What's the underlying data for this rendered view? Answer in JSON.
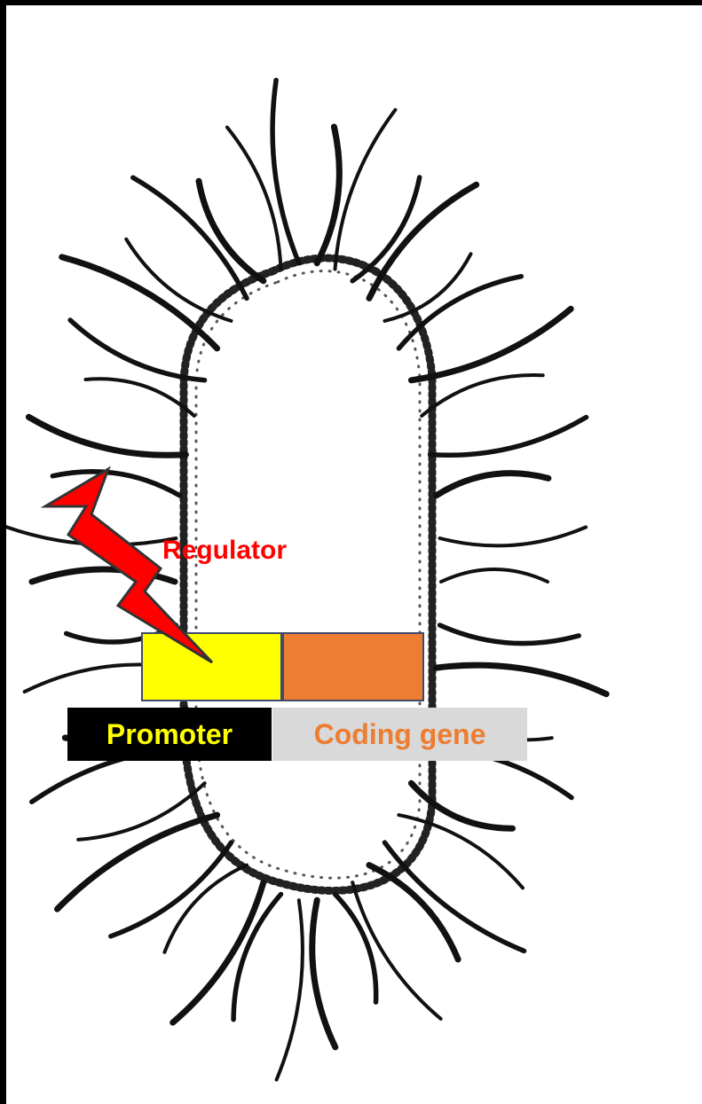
{
  "labels": {
    "regulator": "Regulator",
    "promoter": "Promoter",
    "coding_gene": "Coding gene"
  },
  "colors": {
    "regulator_text": "#ff0000",
    "bolt_fill": "#ff0000",
    "promoter_block": "#ffff00",
    "coding_block": "#ed7d31",
    "promoter_label_bg": "#000000",
    "promoter_label_text": "#ffff00",
    "coding_label_bg": "#d9d9d9",
    "coding_label_text": "#ed7d31"
  },
  "icons": {
    "organism": "flagellated-bacterium-drawing",
    "signal": "lightning-bolt-icon"
  }
}
